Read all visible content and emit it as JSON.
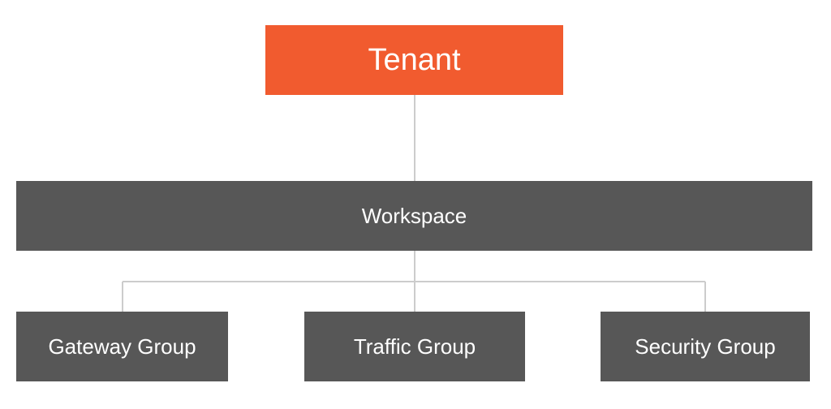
{
  "colors": {
    "root_fill": "#f15b2f",
    "node_fill": "#575757",
    "connector": "#cccccc",
    "text": "#ffffff",
    "background": "#ffffff"
  },
  "diagram": {
    "root": {
      "label": "Tenant"
    },
    "level1": {
      "label": "Workspace"
    },
    "level2": [
      {
        "label": "Gateway Group"
      },
      {
        "label": "Traffic Group"
      },
      {
        "label": "Security Group"
      }
    ]
  }
}
